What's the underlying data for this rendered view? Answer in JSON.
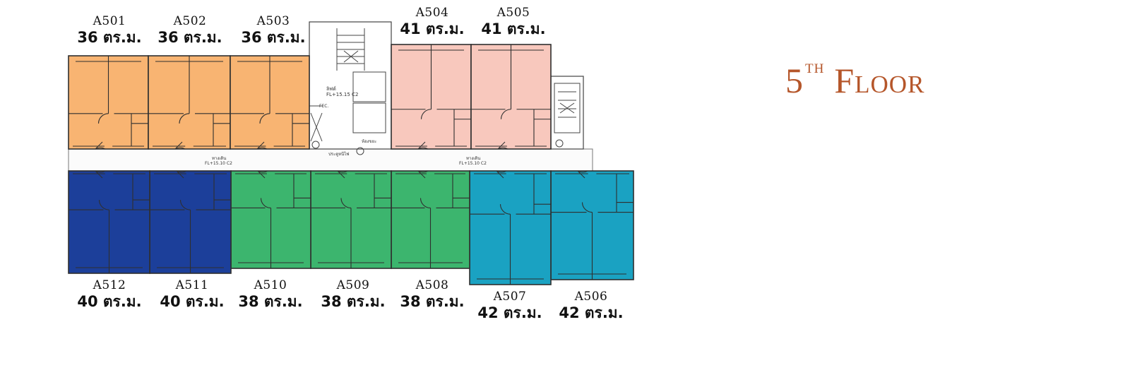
{
  "title": {
    "number": "5",
    "suffix": "TH",
    "word": "Floor"
  },
  "colors": {
    "orange": "#f8b472",
    "pink": "#f8c8bd",
    "navy": "#1c3f9a",
    "green": "#3cb56e",
    "teal": "#1aa2c2",
    "title": "#b5562a",
    "wall": "#2f2f2f"
  },
  "units": [
    {
      "code": "A501",
      "area": "36 ตร.ม.",
      "color": "orange"
    },
    {
      "code": "A502",
      "area": "36 ตร.ม.",
      "color": "orange"
    },
    {
      "code": "A503",
      "area": "36 ตร.ม.",
      "color": "orange"
    },
    {
      "code": "A504",
      "area": "41 ตร.ม.",
      "color": "pink"
    },
    {
      "code": "A505",
      "area": "41 ตร.ม.",
      "color": "pink"
    },
    {
      "code": "A506",
      "area": "42 ตร.ม.",
      "color": "teal"
    },
    {
      "code": "A507",
      "area": "42 ตร.ม.",
      "color": "teal"
    },
    {
      "code": "A508",
      "area": "38 ตร.ม.",
      "color": "green"
    },
    {
      "code": "A509",
      "area": "38 ตร.ม.",
      "color": "green"
    },
    {
      "code": "A510",
      "area": "38 ตร.ม.",
      "color": "green"
    },
    {
      "code": "A511",
      "area": "40 ตร.ม.",
      "color": "navy"
    },
    {
      "code": "A512",
      "area": "40 ตร.ม.",
      "color": "navy"
    }
  ],
  "plan_notes": {
    "elevator": "ลิฟต์",
    "elevator_level": "FL+15.15 C2",
    "corridor": "ทางเดิน",
    "corridor_level": "FL+15.10 C2",
    "fire_ext": "FEC.",
    "fire_exit": "ประตูหนีไฟ",
    "garbage": "ห้องขยะ"
  }
}
